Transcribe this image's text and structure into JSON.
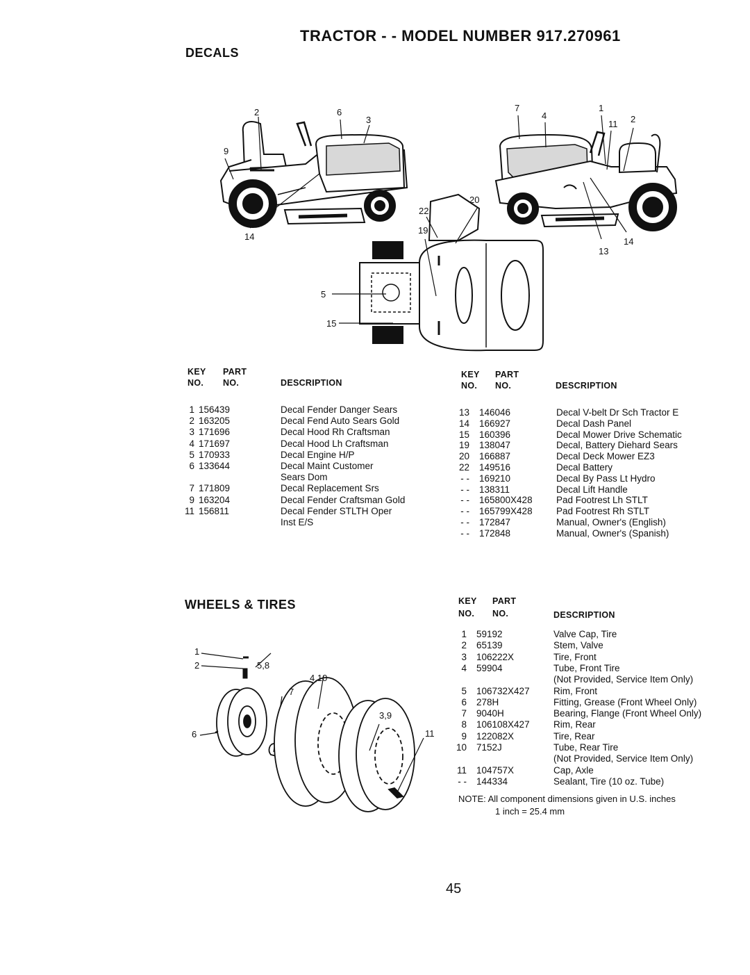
{
  "header": {
    "title": "TRACTOR - - MODEL NUMBER 917.270961",
    "decals_heading": "DECALS",
    "wheels_heading": "WHEELS & TIRES"
  },
  "table_headers": {
    "key_top": "KEY",
    "key_bottom": "NO.",
    "part_top": "PART",
    "part_bottom": "NO.",
    "description": "DESCRIPTION"
  },
  "decals_left": [
    {
      "key": "1",
      "part": "156439",
      "desc": "Decal Fender Danger Sears"
    },
    {
      "key": "2",
      "part": "163205",
      "desc": "Decal Fend Auto Sears Gold"
    },
    {
      "key": "3",
      "part": "171696",
      "desc": "Decal Hood Rh Craftsman"
    },
    {
      "key": "4",
      "part": "171697",
      "desc": "Decal Hood Lh Craftsman"
    },
    {
      "key": "5",
      "part": "170933",
      "desc": "Decal Engine H/P"
    },
    {
      "key": "6",
      "part": "133644",
      "desc": "Decal Maint Customer"
    },
    {
      "key": "",
      "part": "",
      "desc": "Sears Dom"
    },
    {
      "key": "7",
      "part": "171809",
      "desc": "Decal Replacement Srs"
    },
    {
      "key": "9",
      "part": "163204",
      "desc": "Decal Fender Craftsman Gold"
    },
    {
      "key": "11",
      "part": "156811",
      "desc": "Decal Fender STLTH Oper"
    },
    {
      "key": "",
      "part": "",
      "desc": "Inst E/S"
    }
  ],
  "decals_right": [
    {
      "key": "13",
      "part": "146046",
      "desc": "Decal V-belt Dr Sch Tractor E"
    },
    {
      "key": "14",
      "part": "166927",
      "desc": "Decal Dash Panel"
    },
    {
      "key": "15",
      "part": "160396",
      "desc": "Decal Mower Drive Schematic"
    },
    {
      "key": "19",
      "part": "138047",
      "desc": "Decal, Battery Diehard Sears"
    },
    {
      "key": "20",
      "part": "166887",
      "desc": "Decal Deck Mower EZ3"
    },
    {
      "key": "22",
      "part": "149516",
      "desc": "Decal Battery"
    },
    {
      "key": "- -",
      "part": "169210",
      "desc": "Decal By Pass Lt Hydro"
    },
    {
      "key": "- -",
      "part": "138311",
      "desc": "Decal Lift Handle"
    },
    {
      "key": "- -",
      "part": "165800X428",
      "desc": "Pad Footrest Lh STLT"
    },
    {
      "key": "- -",
      "part": "165799X428",
      "desc": "Pad Footrest Rh STLT"
    },
    {
      "key": "- -",
      "part": "172847",
      "desc": "Manual, Owner's (English)"
    },
    {
      "key": "- -",
      "part": "172848",
      "desc": "Manual, Owner's (Spanish)"
    }
  ],
  "wheels": [
    {
      "key": "1",
      "part": "59192",
      "desc": "Valve Cap, Tire"
    },
    {
      "key": "2",
      "part": "65139",
      "desc": "Stem, Valve"
    },
    {
      "key": "3",
      "part": "106222X",
      "desc": "Tire, Front"
    },
    {
      "key": "4",
      "part": "59904",
      "desc": "Tube, Front Tire"
    },
    {
      "key": "",
      "part": "",
      "desc": "(Not Provided, Service Item Only)"
    },
    {
      "key": "5",
      "part": "106732X427",
      "desc": "Rim, Front"
    },
    {
      "key": "6",
      "part": "278H",
      "desc": "Fitting, Grease (Front Wheel Only)"
    },
    {
      "key": "7",
      "part": "9040H",
      "desc": "Bearing, Flange (Front Wheel Only)"
    },
    {
      "key": "8",
      "part": "106108X427",
      "desc": "Rim, Rear"
    },
    {
      "key": "9",
      "part": "122082X",
      "desc": "Tire, Rear"
    },
    {
      "key": "10",
      "part": "7152J",
      "desc": "Tube, Rear Tire"
    },
    {
      "key": "",
      "part": "",
      "desc": "(Not Provided, Service Item Only)"
    },
    {
      "key": "11",
      "part": "104757X",
      "desc": "Cap, Axle"
    },
    {
      "key": "- -",
      "part": "144334",
      "desc": "Sealant, Tire (10 oz. Tube)"
    }
  ],
  "note": {
    "line1": "NOTE:  All component dimensions given in U.S. inches",
    "line2": "1 inch = 25.4 mm"
  },
  "diagram_callouts": {
    "left_tractor": [
      "2",
      "6",
      "3",
      "9",
      "14"
    ],
    "right_tractor": [
      "7",
      "4",
      "1",
      "11",
      "2",
      "13",
      "14"
    ],
    "top_view": [
      "22",
      "20",
      "19",
      "5",
      "15"
    ],
    "wheels": [
      "1",
      "2",
      "5,8",
      "4,10",
      "7",
      "3,9",
      "6",
      "11"
    ]
  },
  "page_number": "45"
}
